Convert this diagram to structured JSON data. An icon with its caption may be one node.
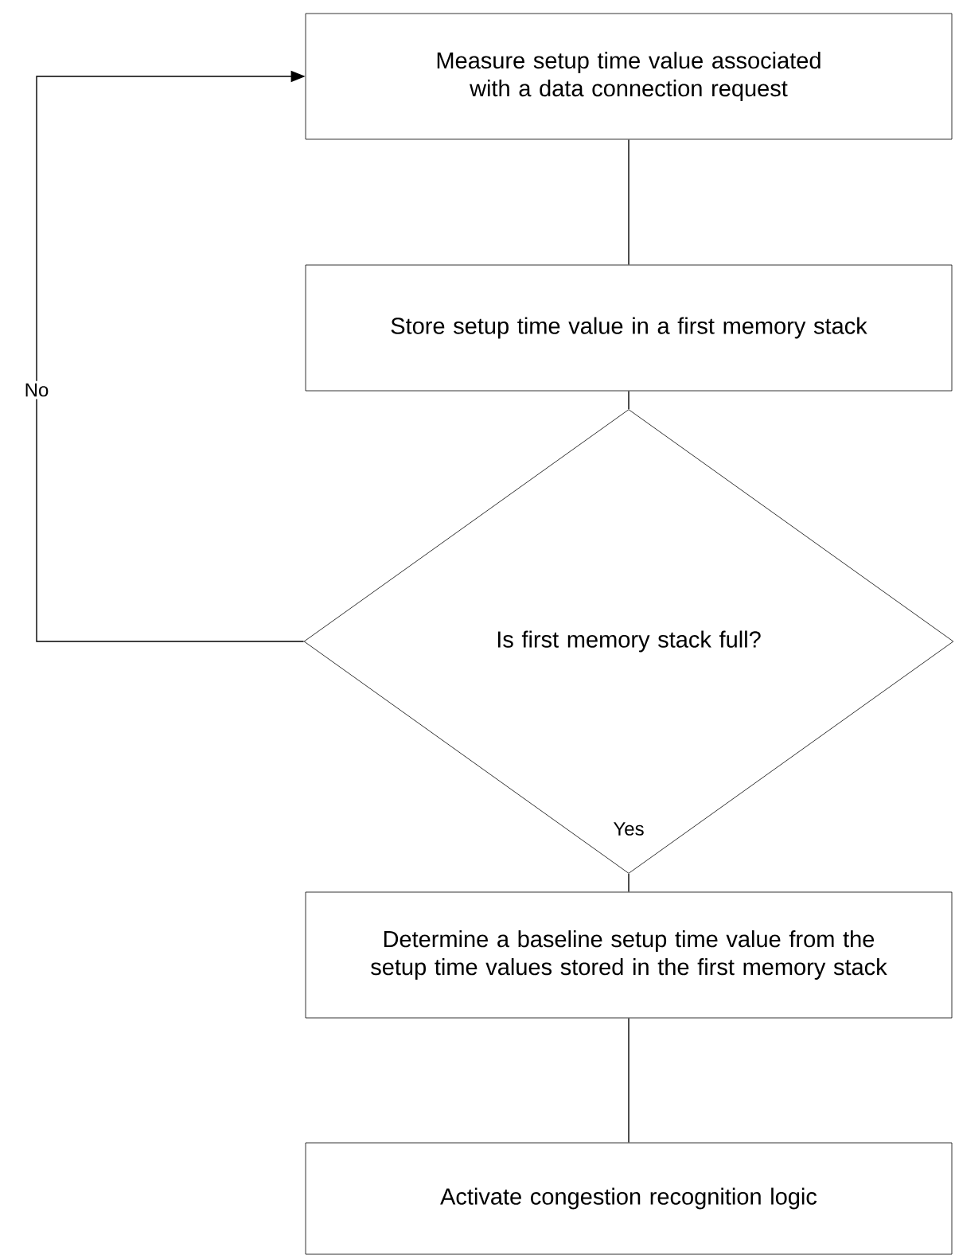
{
  "diagram": {
    "nodes": [
      {
        "text": [
          "Measure setup time value associated with a data connection request"
        ]
      },
      {
        "text": [
          "Store setup time value in a first memory stack"
        ]
      },
      {
        "text": [
          "Is first memory stack full?"
        ]
      },
      {
        "text": [
          "Determine a baseline setup time value from the setup time values stored in the first memory stack"
        ]
      },
      {
        "text": [
          "Activate congestion recognition logic"
        ]
      }
    ],
    "edges": [
      {
        "from": 0,
        "to": 1,
        "arrow": "none"
      },
      {
        "from": 1,
        "to": 2,
        "arrow": "none"
      },
      {
        "from": 2,
        "to": 3,
        "arrow": "none",
        "label": "Yes"
      },
      {
        "from": 3,
        "to": 4,
        "arrow": "none"
      },
      {
        "from": 2,
        "to": 0,
        "arrow": "to",
        "label": "No"
      }
    ]
  }
}
